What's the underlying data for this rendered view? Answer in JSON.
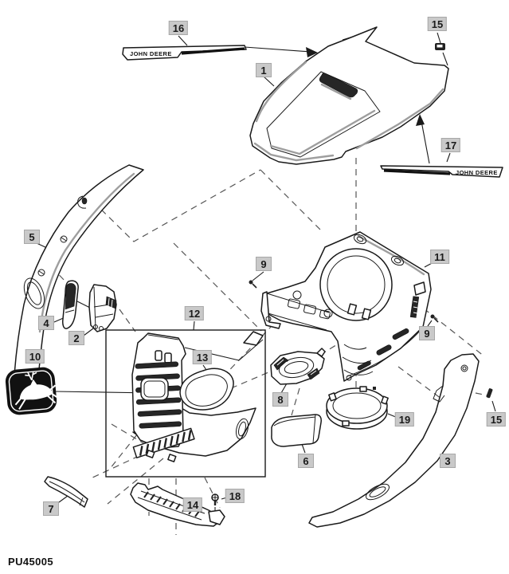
{
  "figure": {
    "code": "PU45005"
  },
  "decals": {
    "hood_left": "JOHN DEERE",
    "hood_right": "JOHN DEERE"
  },
  "icons": {
    "logo_badge": "john-deere-leaping-deer-icon"
  },
  "colors": {
    "line": "#1a1a1a",
    "label_bg": "#c9c9c9",
    "badge": "#111111"
  },
  "callouts": {
    "1": "1",
    "2": "2",
    "3": "3",
    "4": "4",
    "5": "5",
    "6": "6",
    "7": "7",
    "8": "8",
    "9": "9",
    "10": "10",
    "11": "11",
    "12": "12",
    "13": "13",
    "14": "14",
    "15": "15",
    "16": "16",
    "17": "17",
    "18": "18",
    "19": "19"
  }
}
